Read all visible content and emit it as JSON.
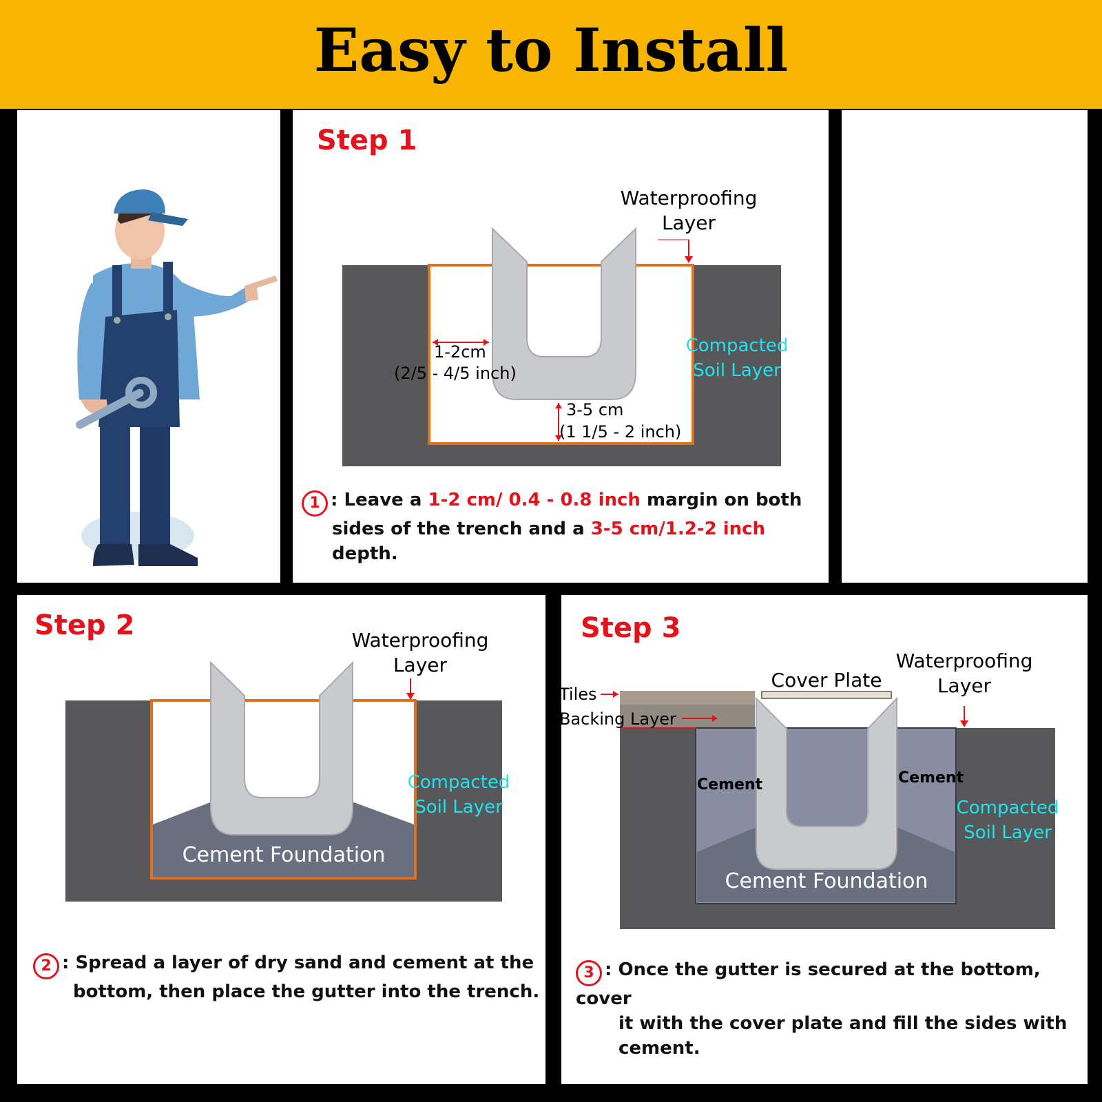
{
  "header": {
    "title": "Easy to Install"
  },
  "step1": {
    "heading": "Step 1",
    "waterproofing": [
      "Waterproofing",
      "Layer"
    ],
    "soil": [
      "Compacted",
      "Soil Layer"
    ],
    "margin_cm": "1-2cm",
    "margin_inch": "(2/5 - 4/5 inch)",
    "depth_cm": "3-5 cm",
    "depth_inch": "(1 1/5 - 2 inch)",
    "num": "1",
    "text_a": ": Leave a ",
    "text_b": "1-2 cm/ 0.4 - 0.8 inch",
    "text_c": " margin on both",
    "text_d": "sides of the trench and a ",
    "text_e": "3-5 cm/1.2-2 inch",
    "text_f": " depth."
  },
  "step2": {
    "heading": "Step 2",
    "waterproofing": [
      "Waterproofing",
      "Layer"
    ],
    "soil": [
      "Compacted",
      "Soil Layer"
    ],
    "foundation": "Cement Foundation",
    "num": "2",
    "line1": ": Spread a layer of dry sand and cement at the",
    "line2": "bottom, then place the gutter into the trench."
  },
  "step3": {
    "heading": "Step 3",
    "tiles": "Tiles",
    "backing": "Backing Layer",
    "cover": "Cover Plate",
    "waterproofing": [
      "Waterproofing",
      "Layer"
    ],
    "cement_left": "Cement",
    "cement_right": "Cement",
    "soil": [
      "Compacted",
      "Soil Layer"
    ],
    "foundation": "Cement Foundation",
    "num": "3",
    "line1": ": Once the gutter is secured at the bottom, cover",
    "line2": "it with the cover plate and fill the sides with",
    "line3": "cement."
  },
  "colors": {
    "accent": "#F7B400",
    "step_red": "#E4131B",
    "soil_cyan": "#1EE3EE",
    "soil_dark": "#58585A",
    "waterproof_orange": "#E0701E",
    "cement_blue": "#6A6F80",
    "gutter_gray": "#C9CACD"
  },
  "icons": [
    "worker-illustration",
    "wrench-icon"
  ]
}
